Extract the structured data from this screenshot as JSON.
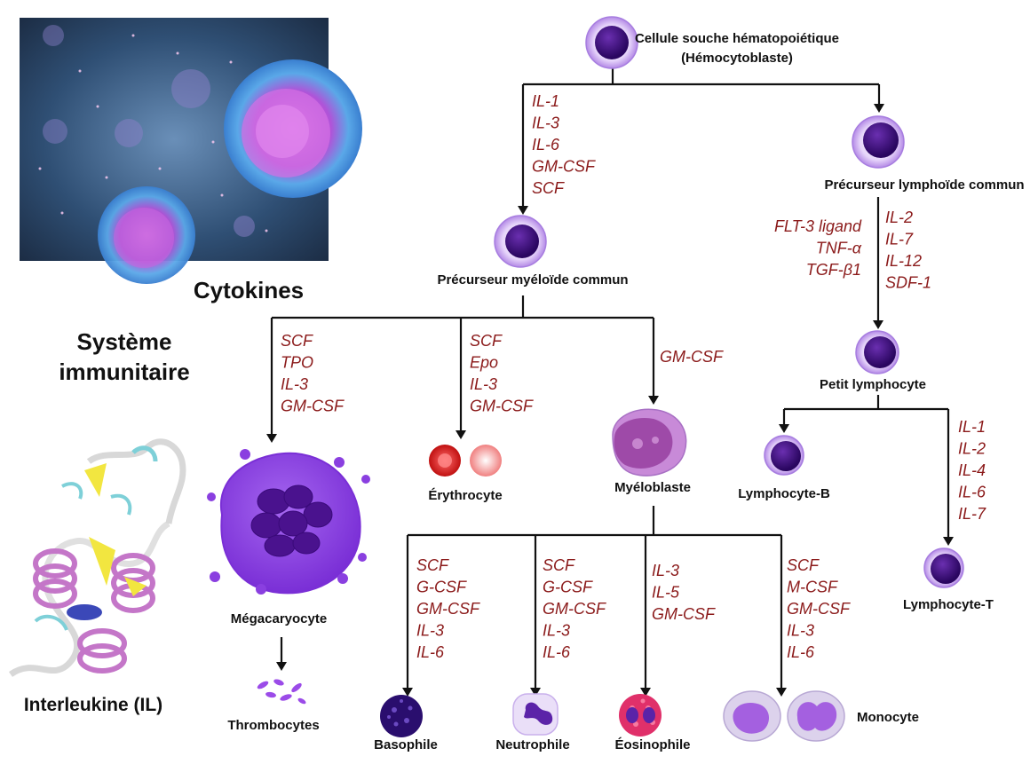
{
  "side": {
    "title": "Cytokines",
    "subtitle_line1": "Système",
    "subtitle_line2": "immunitaire",
    "protein_caption": "Interleukine (IL)"
  },
  "cells": {
    "stem_line1": "Cellule souche hématopoiétique",
    "stem_line2": "(Hémocytoblaste)",
    "myeloid": "Précurseur myéloïde commun",
    "lymphoid": "Précurseur lymphoïde commun",
    "small_lymph": "Petit lymphocyte",
    "lymph_b": "Lymphocyte-B",
    "lymph_t": "Lymphocyte-T",
    "megakaryocyte": "Mégacaryocyte",
    "thrombocytes": "Thrombocytes",
    "erythrocyte": "Érythrocyte",
    "myeloblast": "Myéloblaste",
    "basophil": "Basophile",
    "neutrophil": "Neutrophile",
    "eosinophil": "Éosinophile",
    "monocyte": "Monocyte"
  },
  "cytokines": {
    "stem_to_myeloid": [
      "IL-1",
      "IL-3",
      "IL-6",
      "GM-CSF",
      "SCF"
    ],
    "lymphoid_left": [
      "FLT-3 ligand",
      "TNF-α",
      "TGF-β1"
    ],
    "lymphoid_right": [
      "IL-2",
      "IL-7",
      "IL-12",
      "SDF-1"
    ],
    "to_megakaryocyte": [
      "SCF",
      "TPO",
      "IL-3",
      "GM-CSF"
    ],
    "to_erythrocyte": [
      "SCF",
      "Epo",
      "IL-3",
      "GM-CSF"
    ],
    "to_myeloblast": [
      "GM-CSF"
    ],
    "to_lymph_t": [
      "IL-1",
      "IL-2",
      "IL-4",
      "IL-6",
      "IL-7"
    ],
    "to_basophil": [
      "SCF",
      "G-CSF",
      "GM-CSF",
      "IL-3",
      "IL-6"
    ],
    "to_neutrophil": [
      "SCF",
      "G-CSF",
      "GM-CSF",
      "IL-3",
      "IL-6"
    ],
    "to_eosinophil": [
      "IL-3",
      "IL-5",
      "GM-CSF"
    ],
    "to_monocyte": [
      "SCF",
      "M-CSF",
      "GM-CSF",
      "IL-3",
      "IL-6"
    ]
  },
  "colors": {
    "cytokine_text": "#8b1a1a",
    "cell_nucleus": "#3a0a7a",
    "cell_halo": "#c9a8ee"
  }
}
